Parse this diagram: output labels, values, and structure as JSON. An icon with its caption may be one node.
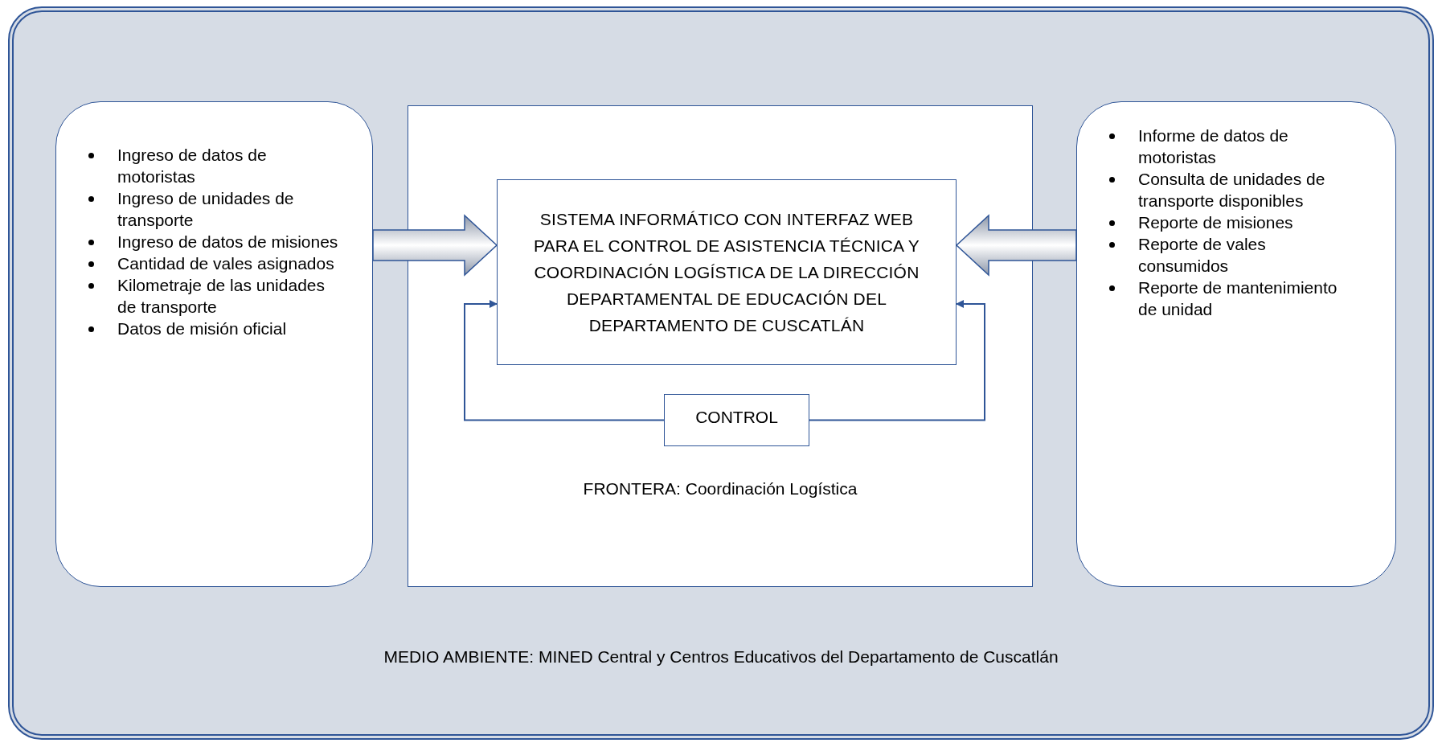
{
  "diagram": {
    "nodes": [
      {
        "text": [
          "MEDIO AMBIENTE: MINED Central y Centros Educativos del Departamento de Cuscatlán"
        ]
      },
      {
        "text": [
          "Ingreso de datos de motoristas",
          "Ingreso de unidades de transporte",
          "Ingreso de datos de misiones",
          "Cantidad de vales asignados",
          "Kilometraje de las unidades de transporte",
          "Datos de misión oficial"
        ],
        "in": 0
      },
      {
        "text": [
          "FRONTERA: Coordinación Logística"
        ],
        "in": 0
      },
      {
        "text": [
          "SISTEMA INFORMÁTICO CON INTERFAZ WEB PARA EL CONTROL DE ASISTENCIA TÉCNICA Y COORDINACIÓN LOGÍSTICA DE LA DIRECCIÓN DEPARTAMENTAL DE EDUCACIÓN DEL DEPARTAMENTO DE CUSCATLÁN"
        ],
        "in": 2
      },
      {
        "text": [
          "CONTROL"
        ],
        "in": 2
      },
      {
        "text": [
          "Informe de datos de motoristas",
          "Consulta de unidades de transporte disponibles",
          "Reporte de misiones",
          "Reporte de vales consumidos",
          "Reporte de mantenimiento de unidad"
        ],
        "in": 0
      }
    ],
    "edges": [
      {
        "from": 1,
        "to": 3,
        "arrow": "to",
        "style": "thick"
      },
      {
        "from": 5,
        "to": 3,
        "arrow": "to",
        "style": "thick"
      },
      {
        "from": 4,
        "to": 3,
        "arrow": "to"
      },
      {
        "from": 4,
        "to": 3,
        "arrow": "to"
      }
    ]
  }
}
